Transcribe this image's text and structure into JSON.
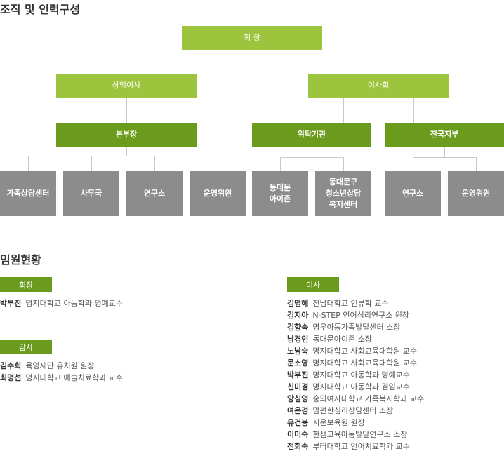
{
  "org": {
    "title": "조직 및 인력구성",
    "chairman": "회 장",
    "standing_director": "상임이사",
    "board": "이사회",
    "headquarters": "본부장",
    "commission": "위탁기관",
    "branches": "전국지부",
    "hq_units": [
      "가족상담센터",
      "사무국",
      "연구소",
      "운영위원"
    ],
    "commission_units": [
      [
        "동대문",
        "아이존"
      ],
      [
        "동대문구",
        "청소년상담",
        "복지센터"
      ]
    ],
    "branch_units": [
      "연구소",
      "운영위원"
    ]
  },
  "officers": {
    "title": "임원현황",
    "chairman": {
      "label": "회장",
      "members": [
        {
          "name": "박부진",
          "desc": "명지대학교 아동학과 명예교수"
        }
      ]
    },
    "auditor": {
      "label": "감사",
      "members": [
        {
          "name": "김수희",
          "desc": "육영재단 유치원 원장"
        },
        {
          "name": "최명선",
          "desc": "명지대학교 예술치료학과 교수"
        }
      ]
    },
    "directors": {
      "label": "이사",
      "members": [
        {
          "name": "김명혜",
          "desc": "전남대학교 인류학 교수"
        },
        {
          "name": "김지아",
          "desc": "N-STEP 언어심리연구소 원장"
        },
        {
          "name": "김향숙",
          "desc": "명우아동가족발달센터 소장"
        },
        {
          "name": "남경인",
          "desc": "동대문아이존 소장"
        },
        {
          "name": "노남숙",
          "desc": "명지대학교 사회교육대학원 교수"
        },
        {
          "name": "문소영",
          "desc": "명지대학교 사회교육대학원 교수"
        },
        {
          "name": "박부진",
          "desc": "명지대학교 아동학과 명예교수"
        },
        {
          "name": "신미경",
          "desc": "명지대학교 아동학과 겸임교수"
        },
        {
          "name": "양심영",
          "desc": "숭의여자대학교 가족복지학과 교수"
        },
        {
          "name": "여은경",
          "desc": "맘편한심리상담센터 소장"
        },
        {
          "name": "유건봉",
          "desc": "지온보육원 원장"
        },
        {
          "name": "이미숙",
          "desc": "한샘교육아동발달연구소 소장"
        },
        {
          "name": "전희숙",
          "desc": "루터대학교 언어치료학과 교수"
        }
      ]
    }
  }
}
